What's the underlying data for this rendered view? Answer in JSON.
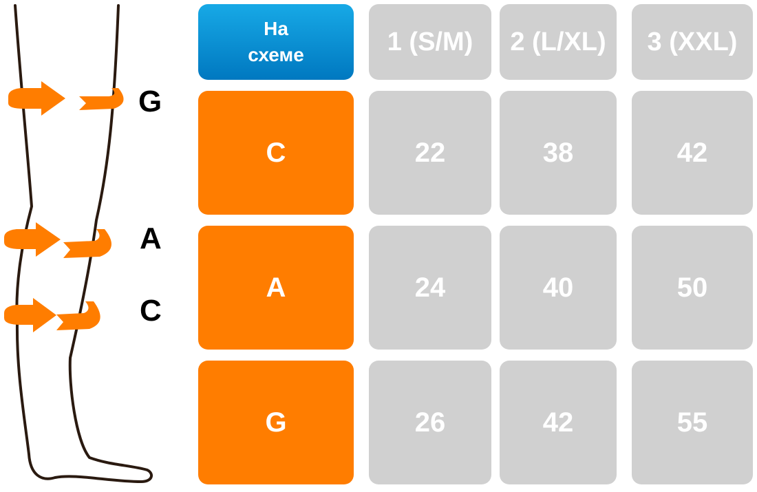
{
  "diagram_labels": [
    "G",
    "A",
    "C"
  ],
  "table": {
    "header": {
      "scheme": "На\nсхеме",
      "sizes": [
        "1 (S/M)",
        "2 (L/XL)",
        "3 (XXL)"
      ]
    },
    "rows": [
      {
        "label": "C",
        "values": [
          "22",
          "38",
          "42"
        ]
      },
      {
        "label": "A",
        "values": [
          "24",
          "40",
          "50"
        ]
      },
      {
        "label": "G",
        "values": [
          "26",
          "42",
          "55"
        ]
      }
    ]
  },
  "colors": {
    "accent_orange": "#ff7d00",
    "header_blue": "#0a8fd6",
    "cell_grey": "#d0d0d0",
    "leg_outline": "#2a1a10"
  }
}
